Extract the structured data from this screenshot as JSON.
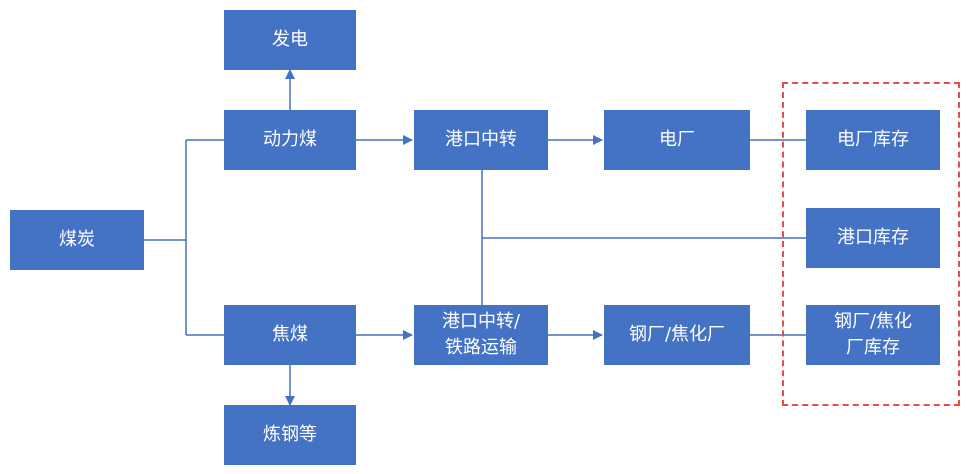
{
  "nodes": {
    "coal": "煤炭",
    "power_coal": "动力煤",
    "power_gen": "发电",
    "coking_coal": "焦煤",
    "steelmaking": "炼钢等",
    "port_transfer": "港口中转",
    "port_rail": "港口中转/\n铁路运输",
    "power_plant": "电厂",
    "steel_coke_plant": "钢厂/焦化厂",
    "power_plant_stock": "电厂库存",
    "port_stock": "港口库存",
    "steel_coke_stock": "钢厂/焦化\n厂库存"
  },
  "colors": {
    "box_fill": "#4472c4",
    "box_text": "#ffffff",
    "line": "#4472c4",
    "dashed_border": "#e84c4c"
  }
}
